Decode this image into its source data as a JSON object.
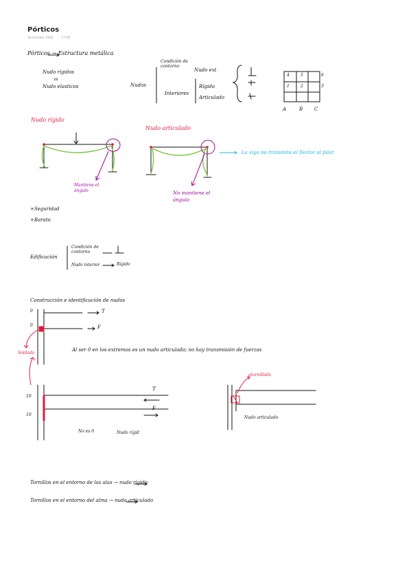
{
  "page": {
    "title": "Pórticos",
    "date": "18 October 2022",
    "time": "17:05"
  },
  "notes": {
    "heading": "Pórticos → Estructura metálica",
    "nudo_rigidos": "Nudo rígidos",
    "vs": "vs",
    "nudo_elasticos": "Nudo elasticos",
    "nudos": "Nudos",
    "condicion_contorno": "Condición de contorno",
    "nudo_ext": "Nudo ext",
    "interiores": "Interiores",
    "rigido": "Rígido",
    "articulado": "Articulado",
    "grid": {
      "row_top": [
        "4",
        "5",
        "6"
      ],
      "row_mid": [
        "1",
        "2",
        "3"
      ],
      "cols": [
        "A",
        "B",
        "C"
      ]
    },
    "nudo_rigido_title": "Nudo rígido",
    "nudo_articulado_title": "Nudo articulado",
    "mantiene_angulo": "Mantiene el ángulo",
    "no_mantiene_angulo": "No mantiene el ángulo",
    "viga_note": "La viga no transmite el flector al pilar",
    "seguridad": "+Seguridad",
    "barato": "+Barato",
    "edificacion": "Edificación",
    "ed_condicion": "Condición de contorno",
    "ed_nudo_interior": "Nudo interior",
    "ed_rigido": "Rígido",
    "construccion": "Construcción e identificación de nudos",
    "top_zero_1": "0",
    "top_zero_2": "0",
    "label_T": "T",
    "label_F": "F",
    "soldado": "Soldado",
    "al_ser_cero": "Al ser 0 en los extremos es un nudo articulado; no hay transmisión de fuerzas",
    "atornillado": "atornillado",
    "mid_ten_1": "10",
    "mid_ten_2": "10",
    "no_es_cero": "No es 0",
    "nudo_rigid": "Nudo rígid",
    "nudo_articulado_lbl": "Nudo articulado",
    "tornillos_alas": "Tornillos en el entorno de las alas → nudo rígido",
    "tornillos_alma": "Tornillos en el entorno del alma → nudo articulado"
  },
  "colors": {
    "ink": "#111111",
    "red": "#e01b3c",
    "green": "#7cc63c",
    "magenta": "#a0009a",
    "cyan": "#17b7e6"
  }
}
